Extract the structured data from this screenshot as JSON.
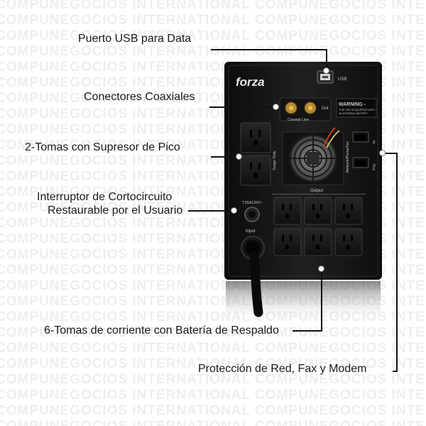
{
  "watermark": {
    "text": "COMPUNEGOCIOS   INTERNATIONAL   COMPUNEGOCIOS   INTERNATIONAL"
  },
  "callouts": {
    "usb": "Puerto USB para Data",
    "coax": "Conectores Coaxiales",
    "surge": "2-Tomas con Supresor de Pico",
    "breaker_line1": "Interruptor de Cortocircuito",
    "breaker_line2": "Restaurable por el Usuario",
    "battery": "6-Tomas de corriente con Batería de Respaldo",
    "network": "Protección de Red, Fax y Modem"
  },
  "device": {
    "brand": "forza",
    "usb_label": "USB",
    "coax_label": "Coaxial Line",
    "coax_out": "Out",
    "warning_title": "WARNING -",
    "warning_text_1": "THIS UPS IS EQUIPPED WITH",
    "warning_text_2": "AN INTERNAL BATTERY",
    "surge_label": "Surge Only",
    "fuse_label": "T15A125V~",
    "output_label": "Output",
    "input_label": "Input",
    "network_label": "Network/Phone/Fax",
    "network_in": "In",
    "network_out": "Out"
  },
  "colors": {
    "ups_body": "#1b1b1b",
    "panel": "#0d0d0d",
    "outlet": "#181818",
    "text": "#1a1a1a",
    "watermark": "#eeeeee"
  }
}
